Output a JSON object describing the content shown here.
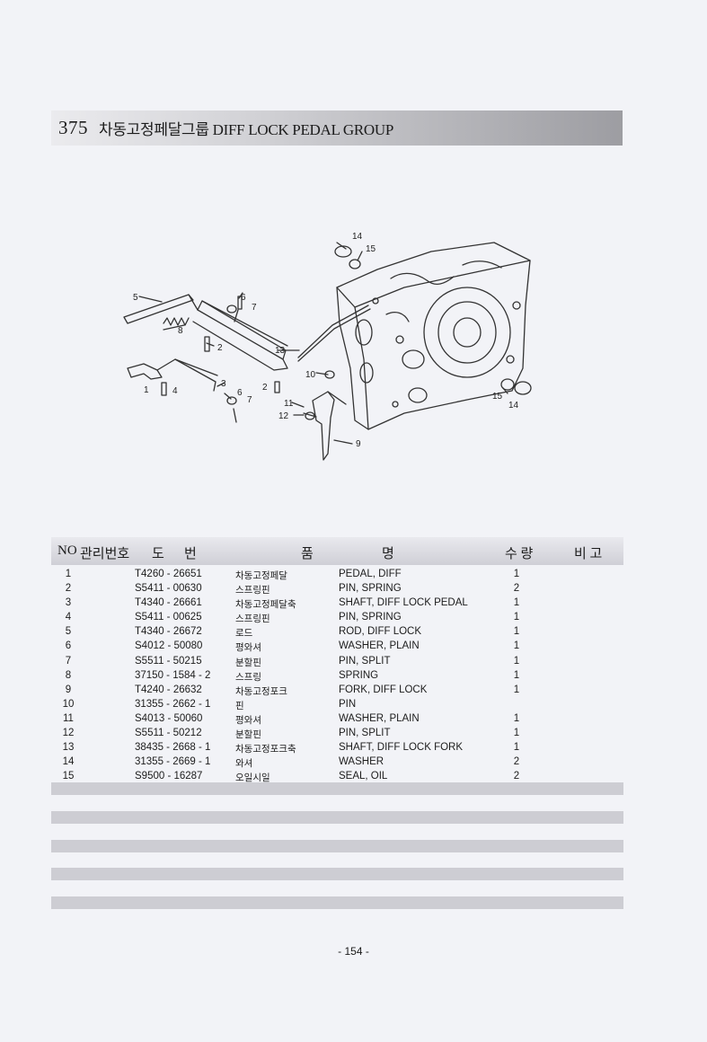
{
  "title": {
    "number": "375",
    "text": "차동고정페달그룹 DIFF LOCK PEDAL GROUP"
  },
  "diagram_callouts": [
    "1",
    "2",
    "2",
    "3",
    "4",
    "5",
    "6",
    "6",
    "7",
    "7",
    "8",
    "9",
    "10",
    "11",
    "12",
    "13",
    "14",
    "14",
    "15",
    "15"
  ],
  "table": {
    "headers": {
      "no": "NO",
      "mgmt": "관리번호",
      "do": "도",
      "beon": "번",
      "pum": "품",
      "myeong": "명",
      "qty": "수 량",
      "note": "비 고"
    },
    "rows": [
      {
        "no": "1",
        "code": "T4260 - 26651",
        "kr": "차동고정페달",
        "en": "PEDAL, DIFF",
        "qty": "1"
      },
      {
        "no": "2",
        "code": "S5411 - 00630",
        "kr": "스프링핀",
        "en": "PIN, SPRING",
        "qty": "2"
      },
      {
        "no": "3",
        "code": "T4340 - 26661",
        "kr": "차동고정페달축",
        "en": "SHAFT, DIFF LOCK PEDAL",
        "qty": "1"
      },
      {
        "no": "4",
        "code": "S5411 - 00625",
        "kr": "스프링핀",
        "en": "PIN, SPRING",
        "qty": "1"
      },
      {
        "no": "5",
        "code": "T4340 - 26672",
        "kr": "로드",
        "en": "ROD, DIFF LOCK",
        "qty": "1"
      },
      {
        "no": "6",
        "code": "S4012 - 50080",
        "kr": "평와셔",
        "en": "WASHER, PLAIN",
        "qty": "1"
      },
      {
        "no": "7",
        "code": "S5511 - 50215",
        "kr": "분할핀",
        "en": "PIN, SPLIT",
        "qty": "1"
      },
      {
        "no": "8",
        "code": "37150 - 1584 - 2",
        "kr": "스프링",
        "en": "SPRING",
        "qty": "1"
      },
      {
        "no": "9",
        "code": "T4240 - 26632",
        "kr": "차동고정포크",
        "en": "FORK, DIFF LOCK",
        "qty": "1"
      },
      {
        "no": "10",
        "code": "31355 - 2662 - 1",
        "kr": "핀",
        "en": "PIN",
        "qty": ""
      },
      {
        "no": "11",
        "code": "S4013 - 50060",
        "kr": "평와셔",
        "en": "WASHER, PLAIN",
        "qty": "1"
      },
      {
        "no": "12",
        "code": "S5511 - 50212",
        "kr": "분할핀",
        "en": "PIN, SPLIT",
        "qty": "1"
      },
      {
        "no": "13",
        "code": "38435 - 2668 - 1",
        "kr": "차동고정포크축",
        "en": "SHAFT, DIFF LOCK FORK",
        "qty": "1"
      },
      {
        "no": "14",
        "code": "31355 - 2669 - 1",
        "kr": "와셔",
        "en": "WASHER",
        "qty": "2"
      },
      {
        "no": "15",
        "code": "S9500 - 16287",
        "kr": "오일시일",
        "en": "SEAL, OIL",
        "qty": "2"
      }
    ]
  },
  "page_number": "- 154 -"
}
